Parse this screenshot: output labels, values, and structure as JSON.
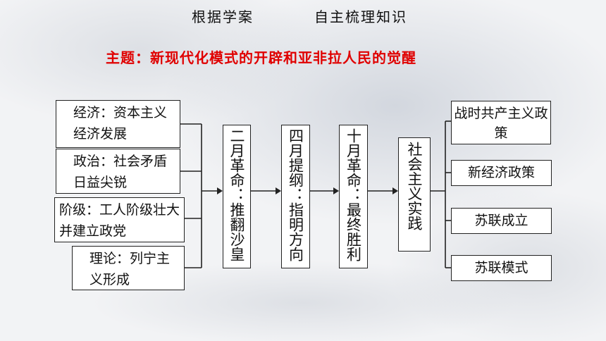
{
  "header": {
    "left": "根据学案",
    "right": "自主梳理知识"
  },
  "topic": "主题：新现代化模式的开辟和亚非拉人民的觉醒",
  "causes": [
    {
      "text": "经济：资本主义经济发展"
    },
    {
      "text": "政治：社会矛盾日益尖锐"
    },
    {
      "text": "阶级：工人阶级壮大并建立政党"
    },
    {
      "text": "理论：列宁主义形成"
    }
  ],
  "stages": [
    {
      "text": "二月革命：推翻沙皇"
    },
    {
      "text": "四月提纲：指明方向"
    },
    {
      "text": "十月革命：最终胜利"
    },
    {
      "text": "社会主义实践"
    }
  ],
  "practice": [
    {
      "text": "战时共产主义政策"
    },
    {
      "text": "新经济政策"
    },
    {
      "text": "苏联成立"
    },
    {
      "text": "苏联模式"
    }
  ]
}
